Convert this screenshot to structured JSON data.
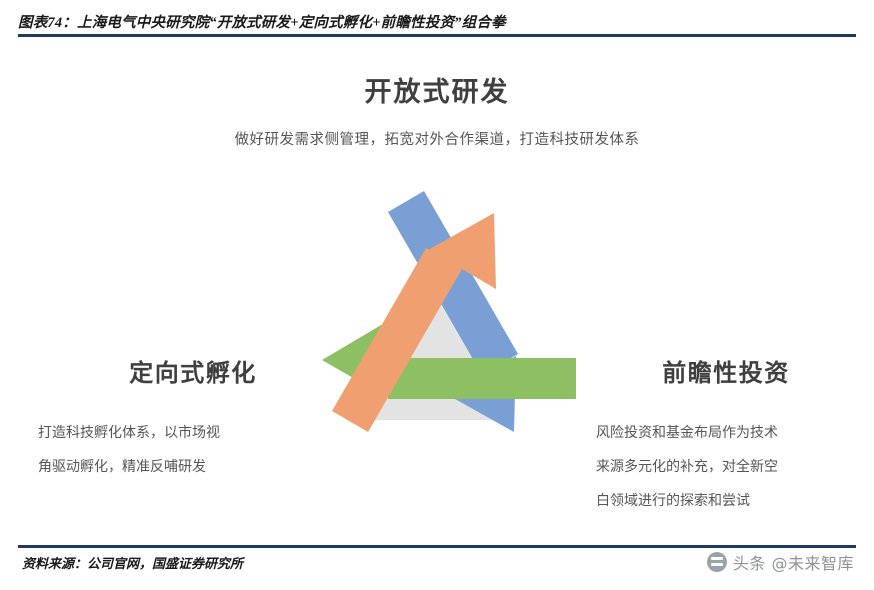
{
  "header": {
    "exhibit_label": "图表74：",
    "title": "上海电气中央研究院“开放式研发+定向式孵化+前瞻性投资”组合拳",
    "full_title": "图表74：上海电气中央研究院“开放式研发+定向式孵化+前瞻性投资”组合拳",
    "rule_color": "#1f3864"
  },
  "diagram": {
    "top": {
      "title": "开放式研发",
      "description": "做好研发需求侧管理，拓宽对外合作渠道，打造科技研发体系",
      "arrow_color": "#7a9fd4"
    },
    "left": {
      "title": "定向式孵化",
      "description_line1": "打造科技孵化体系，以市场视",
      "description_line2": "角驱动孵化，精准反哺研发",
      "arrow_color": "#f0a070"
    },
    "right": {
      "title": "前瞻性投资",
      "description_line1": "风险投资和基金布局作为技术",
      "description_line2": "来源多元化的补充，对全新空",
      "description_line3": "白领域进行的探索和尝试",
      "arrow_color": "#8dc063"
    },
    "center_triangle_color": "#e3e3e3"
  },
  "footer": {
    "source": "资料来源：公司官网，国盛证券研究所",
    "watermark": "头条 @未来智库",
    "watermark_icon": "toutiao-logo-icon"
  }
}
